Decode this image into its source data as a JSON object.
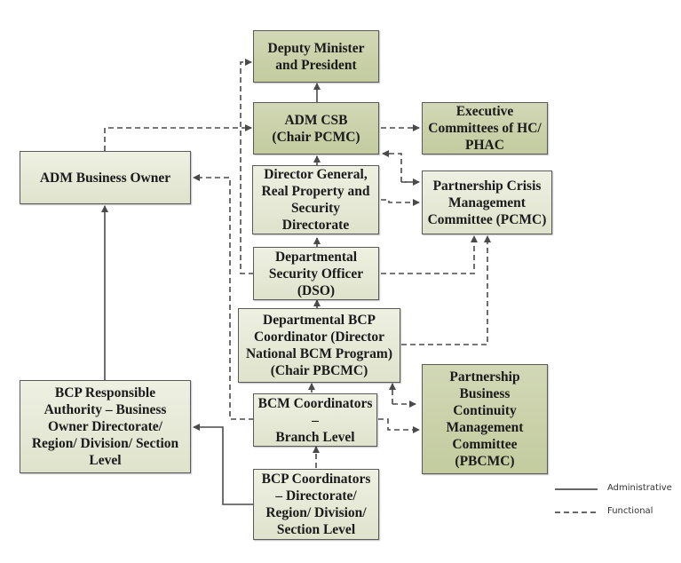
{
  "diagram": {
    "nodes": {
      "deputy_minister": {
        "label": "Deputy Minister\nand President"
      },
      "adm_csb": {
        "label": "ADM CSB\n(Chair PCMC)"
      },
      "executive_committees": {
        "label": "Executive\nCommittees of HC/\nPHAC"
      },
      "adm_business_owner": {
        "label": "ADM Business Owner"
      },
      "director_general": {
        "label": "Director General,\nReal Property and\nSecurity\nDirectorate"
      },
      "pcmc": {
        "label": "Partnership Crisis\nManagement\nCommittee (PCMC)"
      },
      "dso": {
        "label": "Departmental\nSecurity Officer\n(DSO)"
      },
      "departmental_bcp_coordinator": {
        "label": "Departmental BCP\nCoordinator (Director\nNational BCM Program)\n(Chair PBCMC)"
      },
      "bcp_responsible_authority": {
        "label": "BCP Responsible\nAuthority – Business\nOwner Directorate/\nRegion/ Division/ Section\nLevel"
      },
      "bcm_coordinators": {
        "label": "BCM Coordinators\n–\nBranch Level"
      },
      "pbcmc": {
        "label": "Partnership\nBusiness\nContinuity\nManagement\nCommittee\n(PBCMC)"
      },
      "bcp_coordinators": {
        "label": "BCP Coordinators\n– Directorate/\nRegion/ Division/\nSection Level"
      }
    },
    "legend": {
      "administrative": "Administrative",
      "functional": "Functional"
    },
    "colors": {
      "dark_fill": "#c8cfa8",
      "light_fill": "#e6e9d6",
      "line": "#4a4a4a"
    }
  }
}
